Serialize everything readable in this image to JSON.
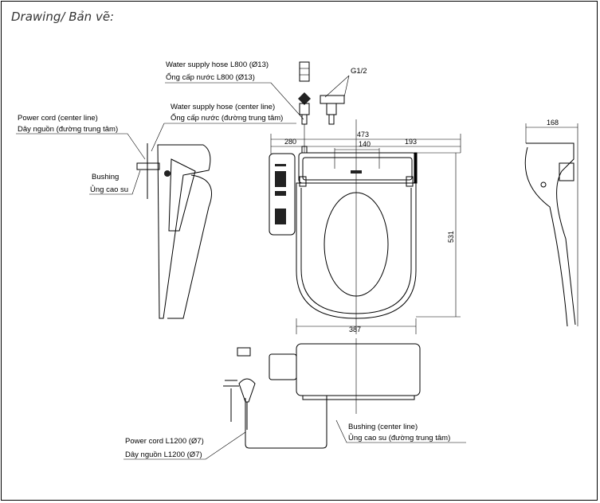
{
  "title": "Drawing/ Bản vẽ:",
  "labels": {
    "water_hose_en": "Water supply hose L800 (Ø13)",
    "water_hose_vi": "Ống cấp nước L800 (Ø13)",
    "water_center_en": "Water supply hose (center line)",
    "water_center_vi": "Ống cấp nước (đường trung tâm)",
    "power_center_en": "Power cord (center line)",
    "power_center_vi": "Dây nguồn (đường trung tâm)",
    "bushing_en": "Bushing",
    "bushing_vi": "Ủng cao su",
    "thread": "G1/2",
    "power_cord_en": "Power cord L1200 (Ø7)",
    "power_cord_vi": "Dây nguồn L1200 (Ø7)",
    "bushing_center_en": "Bushing (center line)",
    "bushing_center_vi": "Ủng cao su (đường trung tâm)"
  },
  "dimensions": {
    "overall_width": "473",
    "left_offset": "280",
    "right_offset": "193",
    "mount_spacing": "140",
    "seat_length": "531",
    "seat_width": "387",
    "side_depth": "168"
  }
}
